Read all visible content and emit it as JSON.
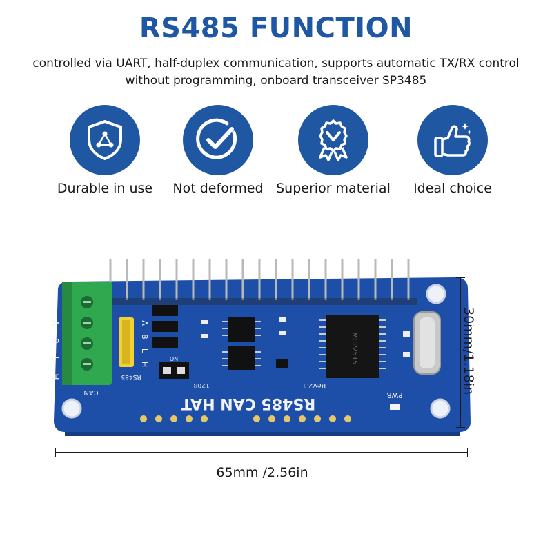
{
  "title": "RS485 FUNCTION",
  "description": "controlled via UART, half-duplex communication, supports automatic TX/RX control without programming, onboard transceiver SP3485",
  "features": [
    {
      "label": "Durable in use",
      "icon": "shield-icon"
    },
    {
      "label": "Not deformed",
      "icon": "check-circle-icon"
    },
    {
      "label": "Superior material",
      "icon": "award-badge-icon"
    },
    {
      "label": "Ideal  choice",
      "icon": "thumbs-up-icon"
    }
  ],
  "board": {
    "silkscreen_name": "RS485 CAN HAT",
    "rev": "Rev2.1",
    "pwr": "PWR",
    "can": "CAN",
    "rs485": "RS485",
    "r120": "120R",
    "on": "ON",
    "terminal_labels": [
      "A",
      "B",
      "L",
      "H"
    ],
    "jumper_labels": [
      "A",
      "B",
      "L",
      "H"
    ],
    "chip_text": "MCP2515",
    "colors": {
      "pcb": "#1e4fa8",
      "terminal": "#2fa84f",
      "jumper": "#f2d230",
      "accent": "#1f57a3"
    }
  },
  "dimensions": {
    "height": "30mm/1.18in",
    "width": "65mm /2.56in"
  }
}
